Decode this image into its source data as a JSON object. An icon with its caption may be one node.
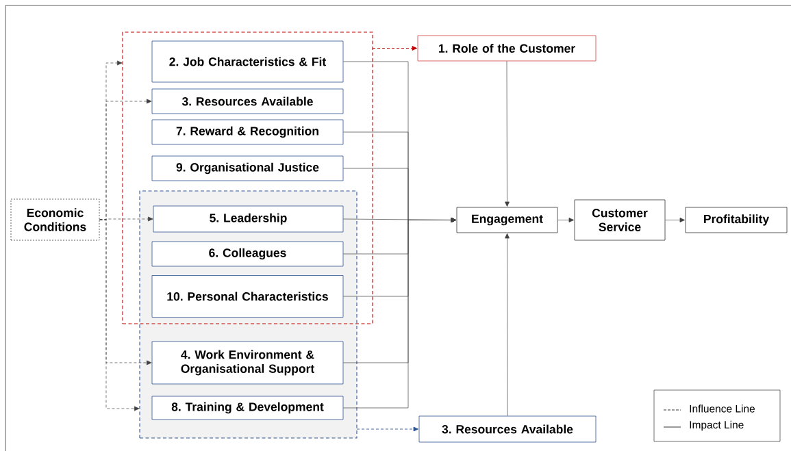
{
  "diagram": {
    "nodes": [
      {
        "text": [],
        "shape": "box"
      },
      {
        "text": [],
        "shape": "box"
      },
      {
        "text": [
          "2. Job Characteristics & Fit"
        ],
        "in": 0
      },
      {
        "text": [
          "3. Resources Available"
        ],
        "in": 0
      },
      {
        "text": [
          "7. Reward & Recognition"
        ],
        "in": 0
      },
      {
        "text": [
          "9. Organisational Justice"
        ],
        "in": 0
      },
      {
        "text": [
          "5. Leadership"
        ]
      },
      {
        "text": [
          "6. Colleagues"
        ]
      },
      {
        "text": [
          "10. Personal Characteristics"
        ]
      },
      {
        "text": [
          "4. Work Environment & Organisational Support"
        ],
        "in": 1
      },
      {
        "text": [
          "8. Training & Development"
        ],
        "in": 1
      },
      {
        "text": [
          "Economic Conditions"
        ]
      },
      {
        "text": [
          "1. Role of the Customer"
        ]
      },
      {
        "text": [
          "Engagement"
        ]
      },
      {
        "text": [
          "Customer Service"
        ]
      },
      {
        "text": [
          "Profitability"
        ]
      },
      {
        "text": [
          "3. Resources Available"
        ]
      }
    ],
    "edges": [
      {
        "from": 11,
        "to": 0,
        "arrow": "to",
        "style": "dashed"
      },
      {
        "from": 11,
        "to": 3,
        "arrow": "to",
        "style": "dashed"
      },
      {
        "from": 11,
        "to": 6,
        "arrow": "to",
        "style": "dashed"
      },
      {
        "from": 11,
        "to": 9,
        "arrow": "to",
        "style": "dashed"
      },
      {
        "from": 11,
        "to": 1,
        "arrow": "to",
        "style": "dashed"
      },
      {
        "from": 0,
        "to": 12,
        "arrow": "to",
        "style": "dashed",
        "color": "#c00000"
      },
      {
        "from": 1,
        "to": 16,
        "arrow": "to",
        "style": "dashed",
        "color": "#2f5597"
      },
      {
        "from": 2,
        "to": 13,
        "arrow": "to"
      },
      {
        "from": 4,
        "to": 13,
        "arrow": "to"
      },
      {
        "from": 5,
        "to": 13,
        "arrow": "to"
      },
      {
        "from": 6,
        "to": 13,
        "arrow": "to"
      },
      {
        "from": 7,
        "to": 13,
        "arrow": "to"
      },
      {
        "from": 8,
        "to": 13,
        "arrow": "to"
      },
      {
        "from": 9,
        "to": 13,
        "arrow": "to"
      },
      {
        "from": 10,
        "to": 13,
        "arrow": "to"
      },
      {
        "from": 12,
        "to": 13,
        "arrow": "to"
      },
      {
        "from": 16,
        "to": 13,
        "arrow": "to"
      },
      {
        "from": 13,
        "to": 14,
        "arrow": "to"
      },
      {
        "from": 14,
        "to": 15,
        "arrow": "to"
      }
    ],
    "legend": [
      {
        "text": "Influence Line"
      },
      {
        "text": "Impact Line"
      }
    ]
  }
}
